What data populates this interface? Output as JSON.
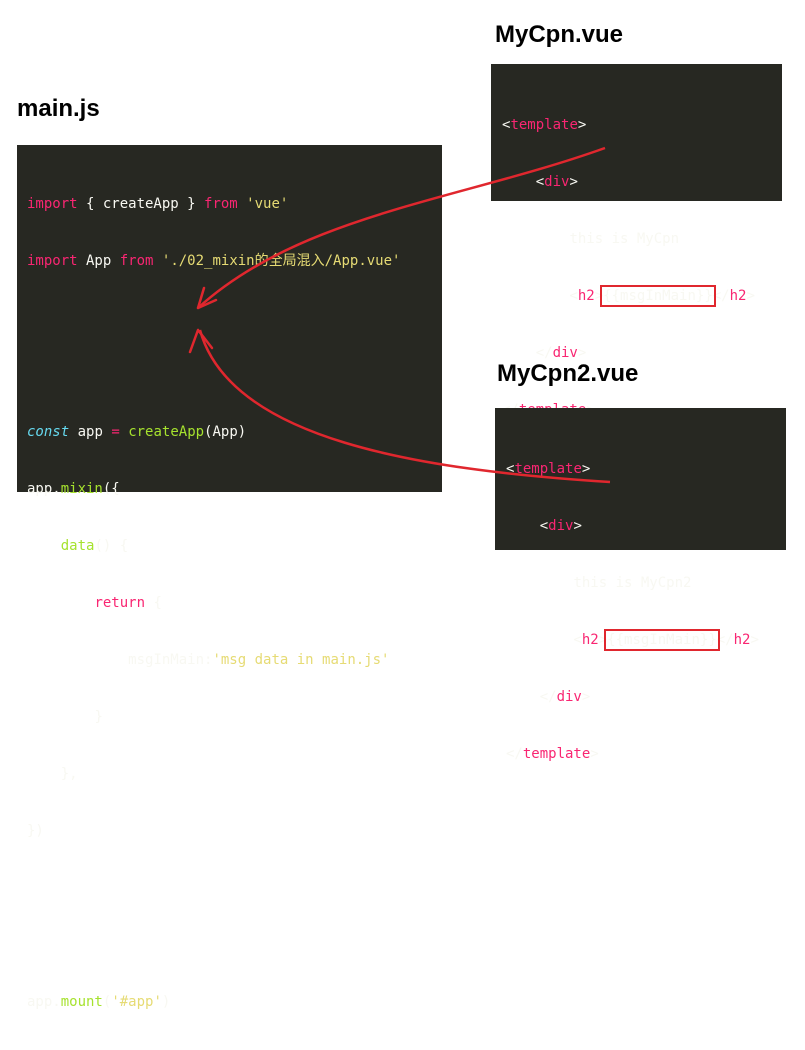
{
  "titles": {
    "main": "main.js",
    "cpn": "MyCpn.vue",
    "cpn2": "MyCpn2.vue"
  },
  "main_code": {
    "import1": {
      "kw": "import",
      "mid": " { createApp } ",
      "from": "from",
      "str": "'vue'"
    },
    "import2": {
      "kw": "import",
      "mid": " App ",
      "from": "from",
      "str": "'./02_mixin的全局混入/App.vue'"
    },
    "const_kw": "const",
    "app_var": " app ",
    "eq": "=",
    "create_fn": "createApp",
    "create_args": "(App)",
    "mixin_obj": "app.",
    "mixin_fn": "mixin",
    "mixin_open": "({",
    "data_fn": "data",
    "data_rest": "() {",
    "return_kw": "return",
    "return_rest": " {",
    "prop_key": "msgInMain",
    "colon": ":",
    "prop_val": "'msg data in main.js'",
    "close1": "}",
    "close2": "},",
    "close3": "})",
    "mount_obj": "app.",
    "mount_fn": "mount",
    "mount_open": "(",
    "mount_arg": "'#app'",
    "mount_close": ")"
  },
  "cpn_code": {
    "lt": "<",
    "gt": ">",
    "template_tag": "template",
    "div_tag": "div",
    "h2_tag": "h2",
    "close_div": "</",
    "text": "this is MyCpn",
    "mustache": "{{msgInMain}}"
  },
  "cpn2_code": {
    "text": "this is MyCpn2",
    "mustache": "{{msgInMain}}"
  },
  "colors": {
    "panel_bg": "#272822",
    "keyword": "#f92672",
    "string": "#e6db74",
    "function": "#a6e22e",
    "storage": "#66d9ef",
    "arrow": "#e0272e"
  }
}
